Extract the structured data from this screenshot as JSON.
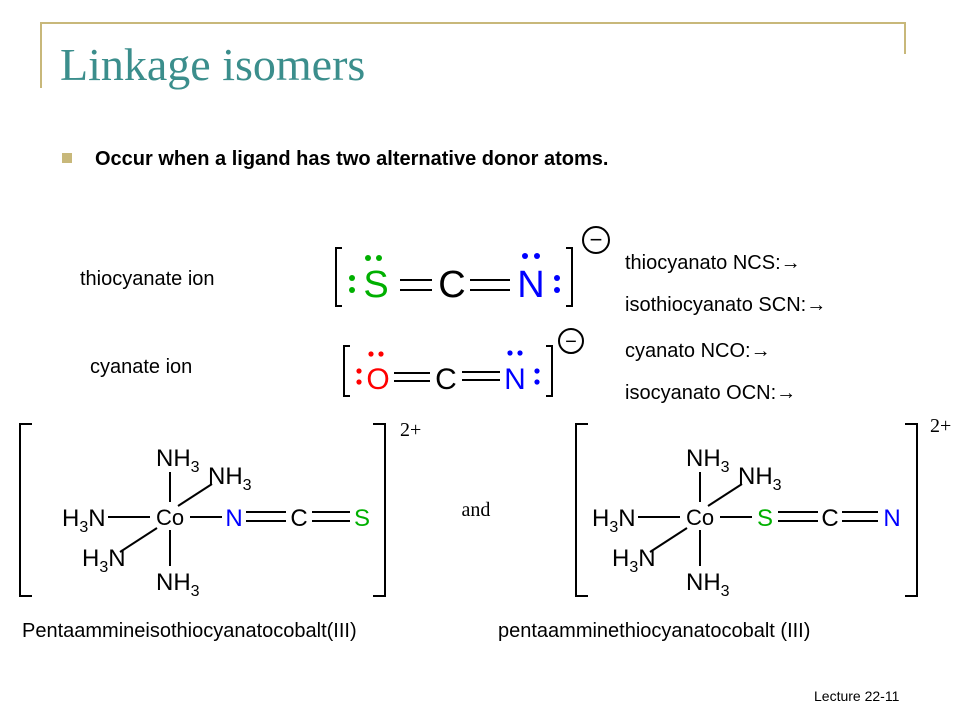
{
  "title": "Linkage isomers",
  "bullet": "Occur when a ligand has two alternative donor atoms.",
  "thiocyanate": {
    "label": "thiocyanate ion",
    "atoms": [
      "S",
      "C",
      "N"
    ],
    "charge_symbol": "−",
    "modes": [
      "thiocyanato NCS:→",
      "isothiocyanato SCN:→"
    ]
  },
  "cyanate": {
    "label": "cyanate ion",
    "atoms": [
      "O",
      "C",
      "N"
    ],
    "charge_symbol": "−",
    "modes": [
      "cyanato NCO:→",
      "isocyanato OCN:→"
    ]
  },
  "complex_left": {
    "center": "Co",
    "ligand_top": "NH",
    "ligand_upper_right": "NH",
    "ligand_left": "H",
    "ligand_left_N": "N",
    "ligand_lower_left": "H",
    "ligand_lower_left_N": "N",
    "ligand_bottom": "NH",
    "subscript": "3",
    "chain": [
      "N",
      "C",
      "S"
    ],
    "charge": "2+",
    "name": "Pentaammineisothiocyanatocobalt(III)"
  },
  "connector": "and",
  "complex_right": {
    "center": "Co",
    "ligand_top": "NH",
    "ligand_upper_right": "NH",
    "ligand_left": "H",
    "ligand_left_N": "N",
    "ligand_lower_left": "H",
    "ligand_lower_left_N": "N",
    "ligand_bottom": "NH",
    "subscript": "3",
    "chain": [
      "S",
      "C",
      "N"
    ],
    "charge": "2+",
    "name": "pentaamminethiocyanatocobalt (III)"
  },
  "footer": "Lecture 22-11",
  "colors": {
    "title": "#3b8e8c",
    "accent": "#c8b87a",
    "sulfur": "#00b000",
    "nitrogen": "#0000ff",
    "oxygen": "#ff0000"
  }
}
